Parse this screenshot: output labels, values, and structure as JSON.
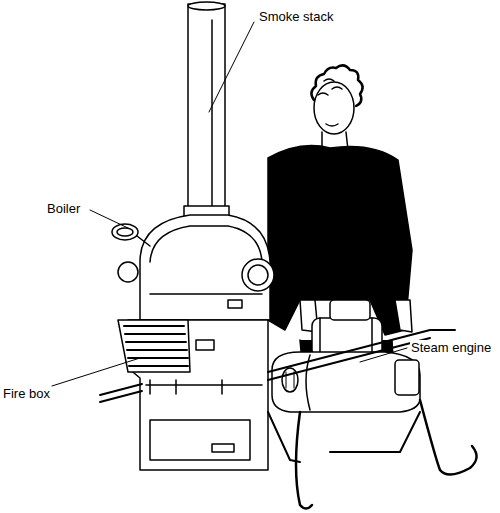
{
  "diagram": {
    "labels": [
      "Smoke stack",
      "Boiler",
      "Fire box",
      "Steam engine"
    ]
  }
}
